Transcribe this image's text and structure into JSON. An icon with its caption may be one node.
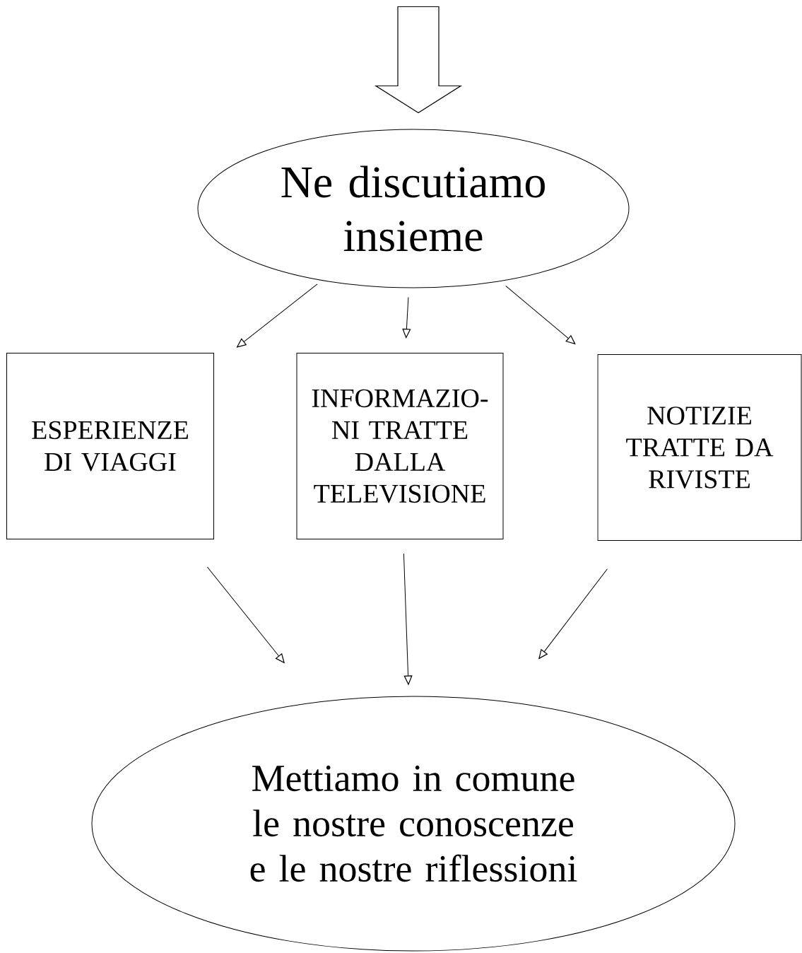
{
  "diagram": {
    "nodes": [
      {
        "text": [
          "Ne discutiamo insieme"
        ]
      },
      {
        "text": [
          "ESPERIENZE DI VIAGGI"
        ]
      },
      {
        "text": [
          "INFORMAZIO- NI TRATTE DALLA TELEVISIONE"
        ]
      },
      {
        "text": [
          "NOTIZIE TRATTE DA RIVISTE"
        ]
      },
      {
        "text": [
          "Mettiamo in comune le nostre conoscenze e le nostre riflessioni"
        ]
      }
    ],
    "edges": [
      {
        "from": null,
        "to": 0,
        "arrow": "to"
      },
      {
        "from": 0,
        "to": 1,
        "arrow": "to"
      },
      {
        "from": 0,
        "to": 2,
        "arrow": "to"
      },
      {
        "from": 0,
        "to": 3,
        "arrow": "to"
      },
      {
        "from": 1,
        "to": 4,
        "arrow": "to"
      },
      {
        "from": 2,
        "to": 4,
        "arrow": "to"
      },
      {
        "from": 3,
        "to": 4,
        "arrow": "to"
      }
    ]
  }
}
